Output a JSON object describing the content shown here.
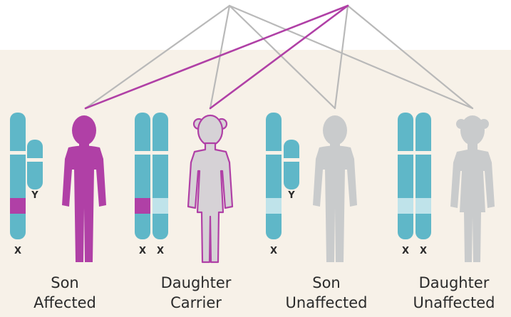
{
  "colors": {
    "affected": "#b040a6",
    "chromosome": "#5fb7c8",
    "chromosome_light": "#bfe3ea",
    "unaffected_figure": "#c9cbcc",
    "background_band": "#f7f1e8",
    "line_gray": "#b9b9b9"
  },
  "offspring": [
    {
      "relation": "Son",
      "status": "Affected",
      "chromosomes": [
        "X",
        "Y"
      ],
      "x_mutation": true,
      "figure": "boy",
      "figure_state": "affected"
    },
    {
      "relation": "Daughter",
      "status": "Carrier",
      "chromosomes": [
        "X",
        "X"
      ],
      "x_mutation": true,
      "figure": "girl",
      "figure_state": "carrier"
    },
    {
      "relation": "Son",
      "status": "Unaffected",
      "chromosomes": [
        "X",
        "Y"
      ],
      "x_mutation": false,
      "figure": "boy",
      "figure_state": "unaffected"
    },
    {
      "relation": "Daughter",
      "status": "Unaffected",
      "chromosomes": [
        "X",
        "X"
      ],
      "x_mutation": false,
      "figure": "girl",
      "figure_state": "unaffected"
    }
  ]
}
